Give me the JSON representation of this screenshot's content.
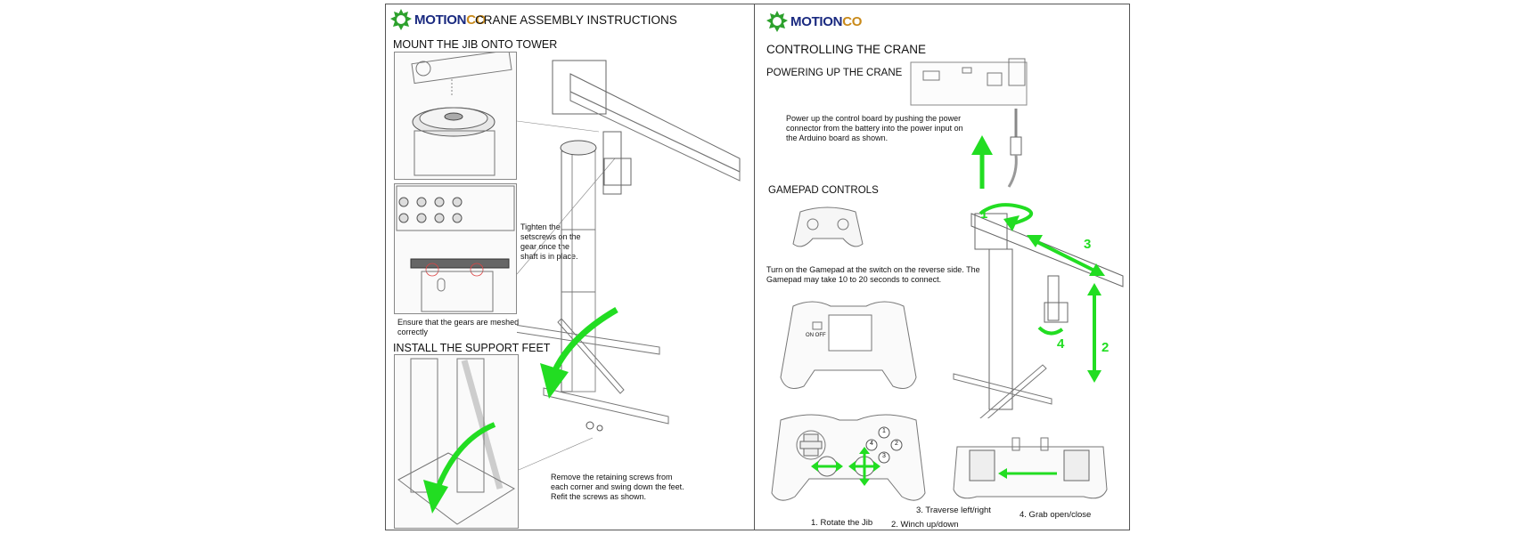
{
  "brand": {
    "part1": "MOTION",
    "part2": "CO"
  },
  "left": {
    "title": "CRANE ASSEMBLY INSTRUCTIONS",
    "section1": "MOUNT THE JIB ONTO TOWER",
    "tighten_note": "Tighten the setscrews on the gear once the shaft is in place.",
    "mesh_note": "Ensure that the gears are meshed correctly",
    "section2": "INSTALL THE SUPPORT FEET",
    "feet_note": "Remove the retaining screws from each corner and swing down the feet. Refit the screws as shown."
  },
  "right": {
    "title": "CONTROLLING THE CRANE",
    "power_heading": "POWERING UP THE CRANE",
    "power_note": "Power up the control board by pushing the power connector from the battery into the power input on the Arduino board as shown.",
    "gamepad_heading": "GAMEPAD CONTROLS",
    "gamepad_note": "Turn on the Gamepad at the switch on the reverse side. The Gamepad may take 10 to 20 seconds to connect.",
    "switch_label": "ON OFF",
    "arrow_numbers": [
      "1",
      "2",
      "3",
      "4"
    ],
    "button_numbers": [
      "1",
      "2",
      "3",
      "4"
    ],
    "controls": [
      "1. Rotate the Jib",
      "2. Winch up/down",
      "3. Traverse left/right",
      "4. Grab open/close"
    ]
  },
  "colors": {
    "arrow": "#22dd22",
    "logo_primary": "#1a2a80",
    "logo_secondary": "#c98a1a",
    "gear": "#2da12d"
  }
}
